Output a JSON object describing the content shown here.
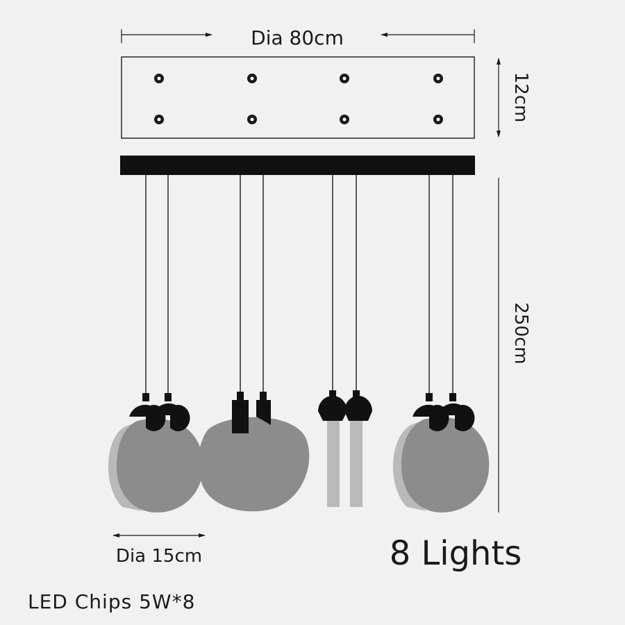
{
  "dimensions": {
    "width_label": "Dia 80cm",
    "height_label": "12cm",
    "length_label": "250cm",
    "shade_label": "Dia 15cm"
  },
  "summary": {
    "lights_label": "8 Lights",
    "chips_label": "LED Chips 5W*8"
  },
  "colors": {
    "background": "#f1f1f1",
    "line": "#1a1a1a",
    "shade_dark": "#8c8c8c",
    "shade_light": "#b9b9b9"
  }
}
